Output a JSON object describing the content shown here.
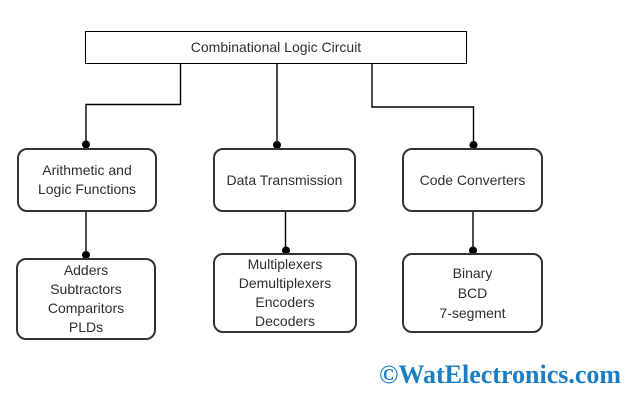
{
  "diagram": {
    "root": {
      "label": "Combinational Logic Circuit"
    },
    "branches": [
      {
        "lines": [
          "Arithmetic and",
          "Logic Functions"
        ]
      },
      {
        "lines": [
          "Data Transmission"
        ]
      },
      {
        "lines": [
          "Code Converters"
        ]
      }
    ],
    "leaves": [
      {
        "lines": [
          "Adders",
          "Subtractors",
          "Comparitors",
          "PLDs"
        ]
      },
      {
        "lines": [
          "Multiplexers",
          "Demultiplexers",
          "Encoders",
          "Decoders"
        ]
      },
      {
        "lines": [
          "Binary",
          "BCD",
          "7-segment"
        ]
      }
    ]
  },
  "watermark": {
    "text": "©WatElectronics.com",
    "color": "#1b7ec2"
  },
  "colors": {
    "background": "#ffffff",
    "connector": "#000000",
    "box_border": "#333333",
    "text": "#2f2f2f"
  }
}
